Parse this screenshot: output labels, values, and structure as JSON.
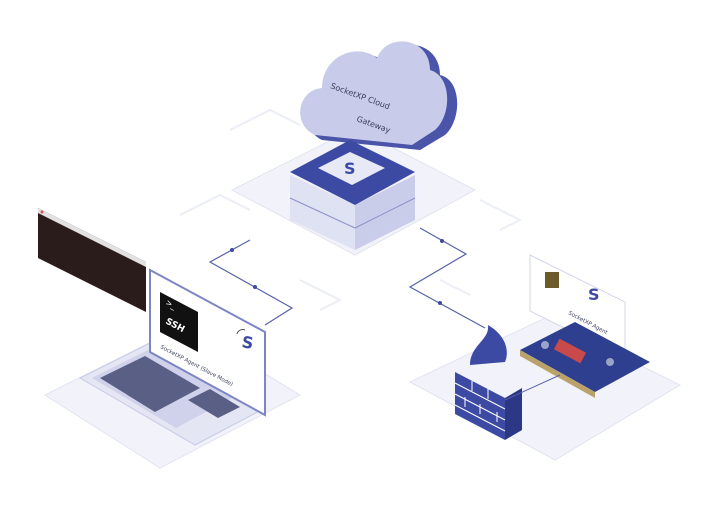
{
  "diagram": {
    "cloud": {
      "label_line1": "SocketXP Cloud",
      "label_line2": "Gateway"
    },
    "server": {
      "logo_letter": "S"
    },
    "laptop": {
      "ssh_label": "SSH",
      "prompt": ">_",
      "agent_label": "SocketXP Agent (Slave Mode)",
      "logo_letter": "S"
    },
    "device": {
      "agent_label": "SocketXP Agent",
      "logo_letter": "S"
    },
    "colors": {
      "primary": "#3d4aa3",
      "cloud": "#c8cbe9",
      "platform": "#f1f2fa",
      "line": "#5862a8",
      "terminal": "#2b1c1c"
    },
    "icons": [
      "cloud-icon",
      "server-icon",
      "laptop-icon",
      "terminal-icon",
      "firewall-icon",
      "circuit-board-icon",
      "wifi-s-logo-icon"
    ]
  }
}
